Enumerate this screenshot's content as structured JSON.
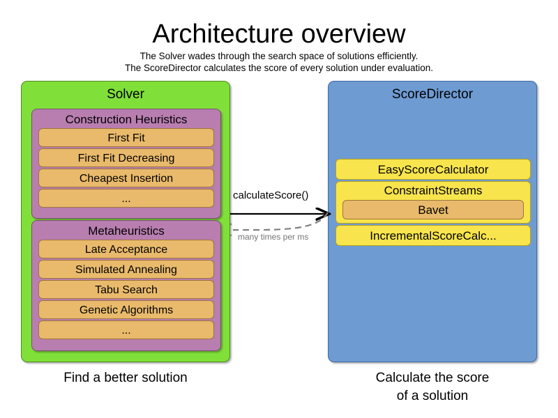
{
  "header": {
    "title": "Architecture overview",
    "subtitle_line1": "The Solver wades through the search space of solutions efficiently.",
    "subtitle_line2": "The ScoreDirector calculates the score of every solution under evaluation."
  },
  "colors": {
    "solver_panel": "#80DF38",
    "scoredirector_panel": "#6E9BD2",
    "group_purple": "#B87EB0",
    "item_orange": "#E9BA6C",
    "item_yellow": "#F8E44C",
    "arrow_solid": "#000000",
    "arrow_dashed": "#808080"
  },
  "solver": {
    "title": "Solver",
    "caption_line1": "Find a better solution",
    "groups": [
      {
        "title": "Construction Heuristics",
        "items": [
          "First Fit",
          "First Fit Decreasing",
          "Cheapest Insertion",
          "..."
        ]
      },
      {
        "title": "Metaheuristics",
        "items": [
          "Late Acceptance",
          "Simulated Annealing",
          "Tabu Search",
          "Genetic Algorithms",
          "..."
        ]
      }
    ]
  },
  "score_director": {
    "title": "ScoreDirector",
    "caption_line1": "Calculate the score",
    "caption_line2": "of a solution",
    "items": [
      {
        "label": "EasyScoreCalculator"
      },
      {
        "label": "ConstraintStreams",
        "child": "Bavet"
      },
      {
        "label": "IncrementalScoreCalc..."
      }
    ]
  },
  "arrows": {
    "request_label": "calculateScore()",
    "response_label": "many times per ms"
  }
}
